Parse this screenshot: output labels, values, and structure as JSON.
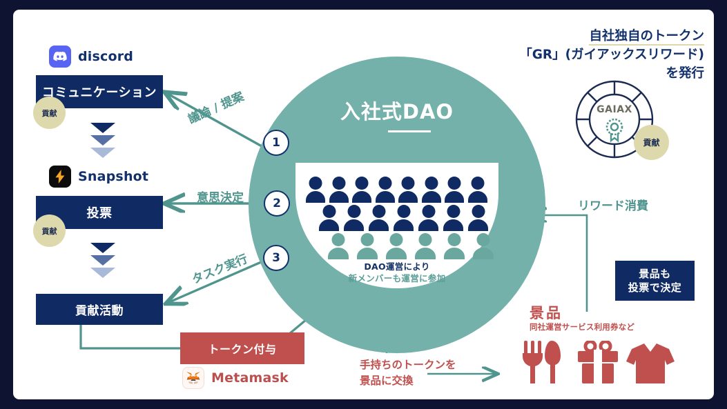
{
  "meta": {
    "title": "入社式DAO フロー図",
    "colors": {
      "frame": "#0d1330",
      "navy": "#102a63",
      "teal": "#74b1ab",
      "teal_line": "#4f958e",
      "red": "#c0504e",
      "khaki": "#ded9ac",
      "white": "#ffffff"
    }
  },
  "center": {
    "title": "入社式DAO",
    "caption_line1": "DAO運営により",
    "caption_line2": "新メンバーも運営に参加",
    "people": {
      "row1_navy": 8,
      "row2_navy": 7,
      "row3_teal": 6
    }
  },
  "left_flow": {
    "discord_label": "discord",
    "discord_icon": "discord-icon",
    "box_communication": "コミュニケーション",
    "snapshot_label": "Snapshot",
    "snapshot_icon": "snapshot-lightning-icon",
    "box_vote": "投票",
    "box_contribution": "貢献活動",
    "badge_contribution_1": "貢献",
    "badge_contribution_2": "貢献"
  },
  "token_grant": {
    "box_label": "トークン付与",
    "metamask_label": "Metamask",
    "metamask_icon": "metamask-fox-icon"
  },
  "arrows": {
    "step1_number": "1",
    "step1_label": "議論 / 提案",
    "step2_number": "2",
    "step2_label": "意思決定",
    "step3_number": "3",
    "step3_label": "タスク実行",
    "reward_consume_label": "リワード消費",
    "exchange_label_line1": "手持ちのトークンを",
    "exchange_label_line2": "景品に交換"
  },
  "header_right": {
    "line1": "自社独自のトークン",
    "line2": "「GR」(ガイアックスリワード)",
    "line3": "を発行",
    "coin_text": "GAIAX",
    "coin_icon": "gaiax-token-medal-icon",
    "badge_contribution": "貢献"
  },
  "prizes": {
    "title": "景品",
    "subtitle": "同社運営サービス利用券など",
    "vote_box_line1": "景品も",
    "vote_box_line2": "投票で決定",
    "icons": [
      "fork-knife-icon",
      "gift-box-icon",
      "tshirt-icon"
    ]
  }
}
